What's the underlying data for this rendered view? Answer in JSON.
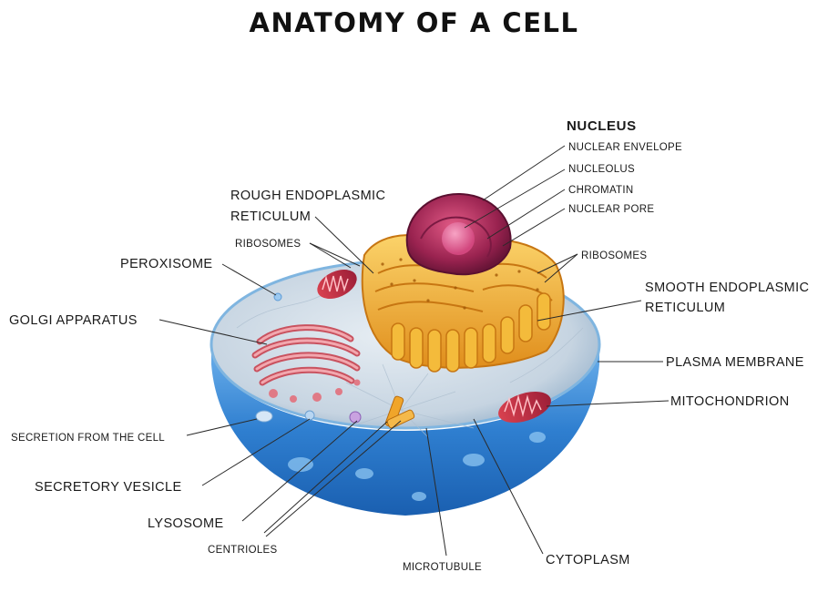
{
  "title": "ANATOMY OF A CELL",
  "labels": {
    "nucleus": "NUCLEUS",
    "nuclear_envelope": "NUCLEAR ENVELOPE",
    "nucleolus": "NUCLEOLUS",
    "chromatin": "CHROMATIN",
    "nuclear_pore": "NUCLEAR PORE",
    "ribosomes_right": "RIBOSOMES",
    "smooth_er_1": "SMOOTH ENDOPLASMIC",
    "smooth_er_2": "RETICULUM",
    "plasma_membrane": "PLASMA MEMBRANE",
    "mitochondrion": "MITOCHONDRION",
    "cytoplasm": "CYTOPLASM",
    "microtubule": "MICROTUBULE",
    "centrioles": "CENTRIOLES",
    "lysosome": "LYSOSOME",
    "secretory_vesicle": "SECRETORY VESICLE",
    "secretion": "SECRETION FROM THE CELL",
    "golgi": "GOLGI APPARATUS",
    "peroxisome": "PEROXISOME",
    "ribosomes_left": "RIBOSOMES",
    "rough_er_1": "ROUGH ENDOPLASMIC",
    "rough_er_2": "RETICULUM"
  },
  "colors": {
    "cell_blue": "#2f7fd0",
    "cytoplasm_top": "#c9d6e2",
    "rough_er": "#f0a52a",
    "nucleus": "#b0305a",
    "golgi": "#d9707a",
    "mitochondrion": "#c0324a"
  }
}
